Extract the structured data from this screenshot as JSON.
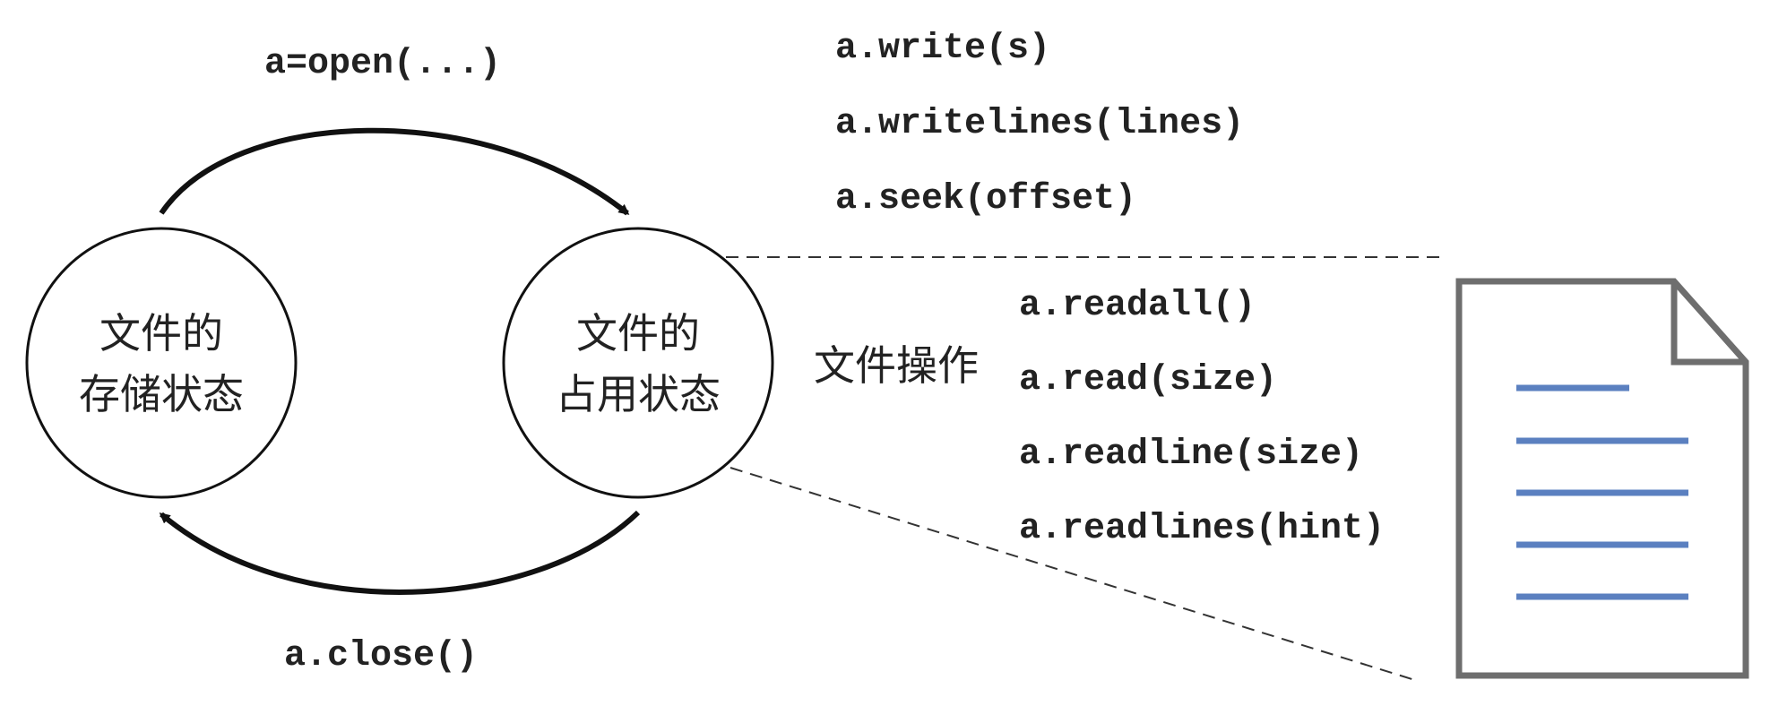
{
  "diagram": {
    "states": {
      "storage": {
        "line1": "文件的",
        "line2": "存储状态"
      },
      "occupied": {
        "line1": "文件的",
        "line2": "占用状态"
      }
    },
    "transitions": {
      "open_label": "a=open(...)",
      "close_label": "a.close()"
    },
    "operations_label": "文件操作",
    "write_ops": [
      "a.write(s)",
      "a.writelines(lines)",
      "a.seek(offset)"
    ],
    "read_ops": [
      "a.readall()",
      "a.read(size)",
      "a.readline(size)",
      "a.readlines(hint)"
    ],
    "colors": {
      "stroke": "#111111",
      "text": "#222222",
      "doc_border": "#6e6e6e",
      "doc_lines": "#5b80c0"
    },
    "icons": [
      "document-icon"
    ]
  }
}
